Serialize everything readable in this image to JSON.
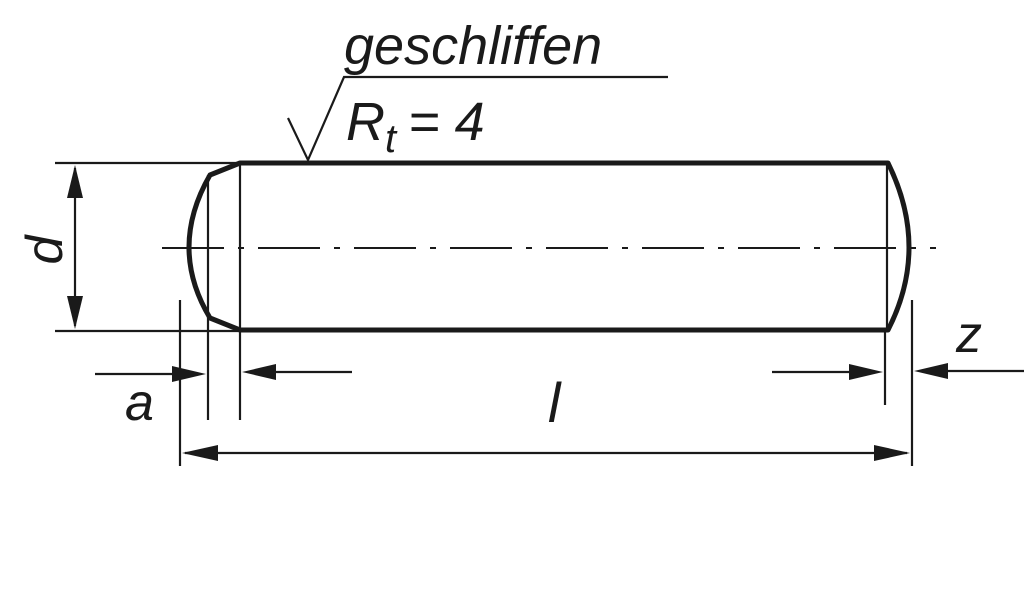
{
  "labels": {
    "finish_note": "geschliffen",
    "roughness_symbol": "R",
    "roughness_subscript": "t",
    "roughness_value": "= 4",
    "diameter": "d",
    "chamfer": "a",
    "length": "l",
    "end_dim": "z"
  },
  "colors": {
    "line": "#1a1a1a",
    "background": "#ffffff"
  }
}
